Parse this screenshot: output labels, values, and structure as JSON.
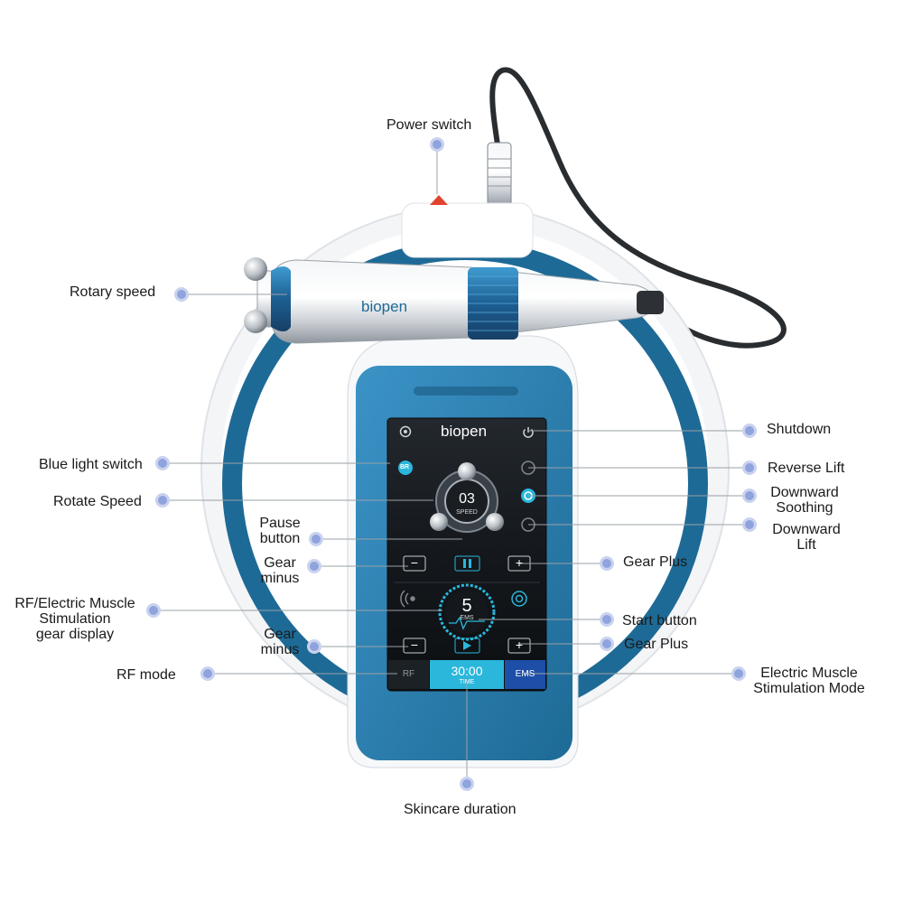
{
  "brand": "biopen",
  "screen": {
    "speed_value": "03",
    "speed_caption": "SPEED",
    "blue_light_badge": "BR",
    "gear_value": "5",
    "gear_caption": "EMS",
    "time_value": "30:00",
    "time_caption": "TIME",
    "rf_tab": "RF",
    "ems_tab": "EMS",
    "minus_symbol": "−",
    "plus_symbol": "+"
  },
  "callouts": {
    "power_switch": "Power switch",
    "rotary_speed": "Rotary speed",
    "blue_light_switch": "Blue light switch",
    "rotate_speed": "Rotate Speed",
    "pause_button": [
      "Pause",
      "button"
    ],
    "gear_minus_top": [
      "Gear",
      "minus"
    ],
    "rf_ems_display": [
      "RF/Electric Muscle",
      "Stimulation",
      "gear display"
    ],
    "gear_minus_bottom": [
      "Gear",
      "minus"
    ],
    "rf_mode": "RF mode",
    "shutdown": "Shutdown",
    "reverse_lift": "Reverse Lift",
    "downward_soothing": [
      "Downward",
      "Soothing"
    ],
    "downward_lift": [
      "Downward",
      "Lift"
    ],
    "gear_plus_top": "Gear Plus",
    "start_button": "Start button",
    "gear_plus_bottom": "Gear Plus",
    "ems_mode": [
      "Electric Muscle",
      "Stimulation Mode"
    ],
    "skincare_duration": "Skincare duration"
  },
  "colors": {
    "device_blue": "#1e6a96",
    "panel_blue": "#2a7fae",
    "screen_dark": "#111418",
    "accent_cyan": "#2bb7dc",
    "ems_tab": "#1d4fa8",
    "dot": "#8fa3dc"
  }
}
